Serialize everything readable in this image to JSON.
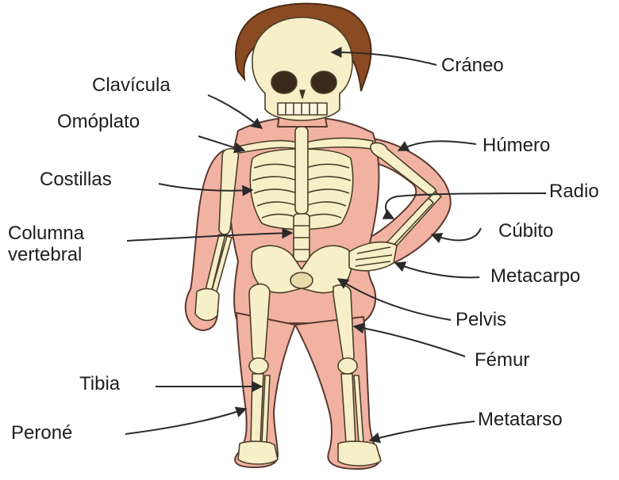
{
  "labels": {
    "craneo": "Cráneo",
    "clavicula": "Clavícula",
    "omoplato": "Omóplato",
    "humero": "Húmero",
    "costillas": "Costillas",
    "radio": "Radio",
    "columna_line1": "Columna",
    "columna_line2": "vertebral",
    "cubito": "Cúbito",
    "metacarpo": "Metacarpo",
    "pelvis": "Pelvis",
    "femur": "Fémur",
    "tibia": "Tibia",
    "metatarso": "Metatarso",
    "perone": "Peroné"
  },
  "colors": {
    "skin": "#f2b2a2",
    "skin_outline": "#5a3a30",
    "bone": "#f7efc8",
    "bone_outline": "#4a3f2a",
    "hair": "#8a4a22",
    "text": "#1e1e1e",
    "leader_line": "#2a2a2a"
  }
}
